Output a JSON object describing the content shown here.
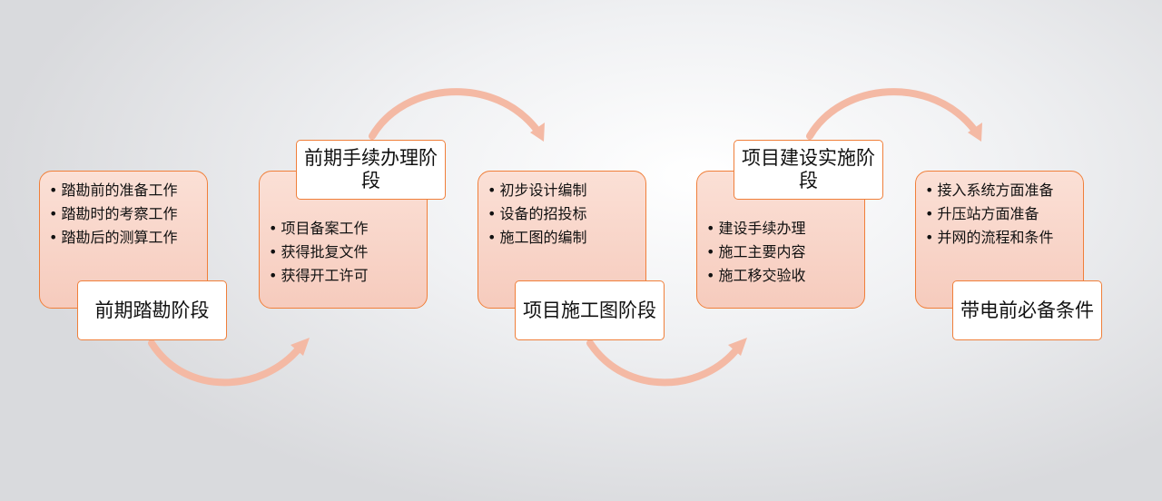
{
  "stages": [
    {
      "title": "前期踏勘阶段",
      "items": [
        "踏勘前的准备工作",
        "踏勘时的考察工作",
        "踏勘后的测算工作"
      ]
    },
    {
      "title": "前期手续办理阶段",
      "items": [
        "项目备案工作",
        "获得批复文件",
        "获得开工许可"
      ]
    },
    {
      "title": "项目施工图阶段",
      "items": [
        "初步设计编制",
        "设备的招投标",
        "施工图的编制"
      ]
    },
    {
      "title": "项目建设实施阶段",
      "items": [
        "建设手续办理",
        "施工主要内容",
        "施工移交验收"
      ]
    },
    {
      "title": "带电前必备条件",
      "items": [
        "接入系统方面准备",
        "升压站方面准备",
        "并网的流程和条件"
      ]
    }
  ],
  "colors": {
    "box_fill": "#f8d3c6",
    "box_border": "#f07f3a",
    "arrow": "#f4b9a4"
  }
}
